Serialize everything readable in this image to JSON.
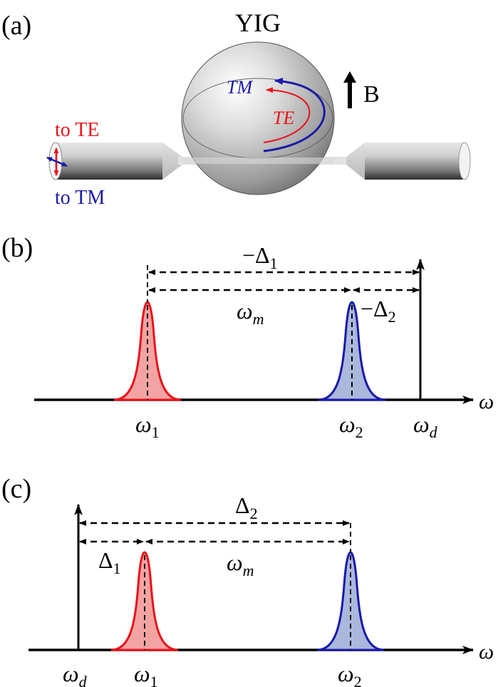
{
  "panels": {
    "a": {
      "label": "(a)",
      "sphere_label": "YIG",
      "field_label": "B",
      "mode_tm": "TM",
      "mode_te": "TE",
      "to_te": "to TE",
      "to_tm": "to TM"
    },
    "b": {
      "label": "(b)",
      "omega_1": "ω",
      "omega_1_sub": "1",
      "omega_2": "ω",
      "omega_2_sub": "2",
      "omega_d": "ω",
      "omega_d_sub": "d",
      "axis_label": "ω",
      "delta_1": "−Δ",
      "delta_1_sub": "1",
      "delta_2": "−Δ",
      "delta_2_sub": "2",
      "omega_m": "ω",
      "omega_m_sub": "m"
    },
    "c": {
      "label": "(c)",
      "omega_d": "ω",
      "omega_d_sub": "d",
      "omega_1": "ω",
      "omega_1_sub": "1",
      "omega_2": "ω",
      "omega_2_sub": "2",
      "axis_label": "ω",
      "delta_2": "Δ",
      "delta_2_sub": "2",
      "delta_1": "Δ",
      "delta_1_sub": "1",
      "omega_m": "ω",
      "omega_m_sub": "m"
    }
  },
  "colors": {
    "te": "#e8131b",
    "tm": "#1a1aa8",
    "peak_red_fill": "#f4a3a3",
    "peak_blue_fill": "#aab8dc",
    "axis": "#000000"
  }
}
